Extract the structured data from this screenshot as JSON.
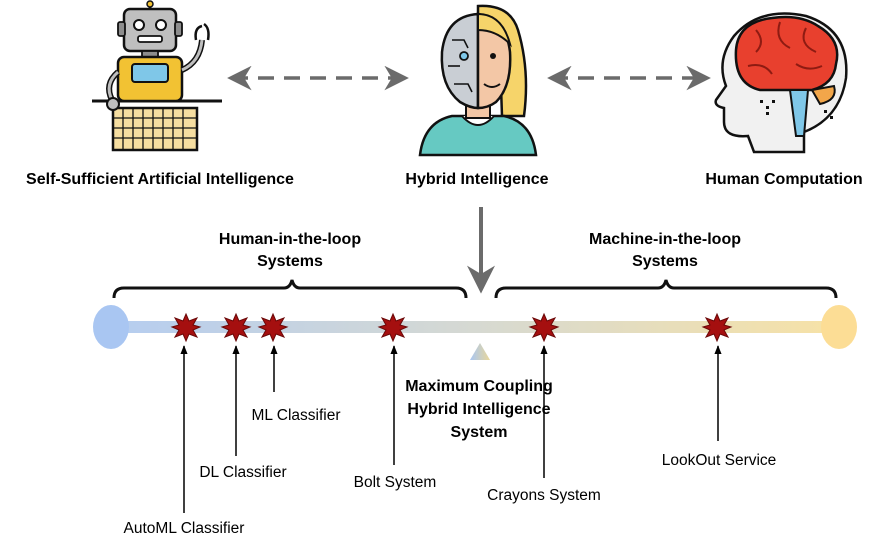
{
  "top_row": {
    "left_label": "Self-Sufficient Artificial Intelligence",
    "center_label": "Hybrid Intelligence",
    "right_label": "Human Computation"
  },
  "groups": {
    "human_in_loop": [
      "Human-in-the-loop",
      "Systems"
    ],
    "machine_in_loop": [
      "Machine-in-the-loop",
      "Systems"
    ]
  },
  "center_marker": [
    "Maximum Coupling",
    "Hybrid Intelligence",
    "System"
  ],
  "systems": [
    {
      "name": "AutoML Classifier"
    },
    {
      "name": "DL Classifier"
    },
    {
      "name": "ML Classifier"
    },
    {
      "name": "Bolt System"
    },
    {
      "name": "Crayons System"
    },
    {
      "name": "LookOut Service"
    }
  ],
  "colors": {
    "spectrum_left": "#a9c6f2",
    "spectrum_right": "#fde3a0",
    "marker": "#a50f0f",
    "arrow_gray": "#6b6b6b"
  },
  "icons": [
    "robot-icon",
    "hybrid-face-icon",
    "human-brain-icon"
  ]
}
